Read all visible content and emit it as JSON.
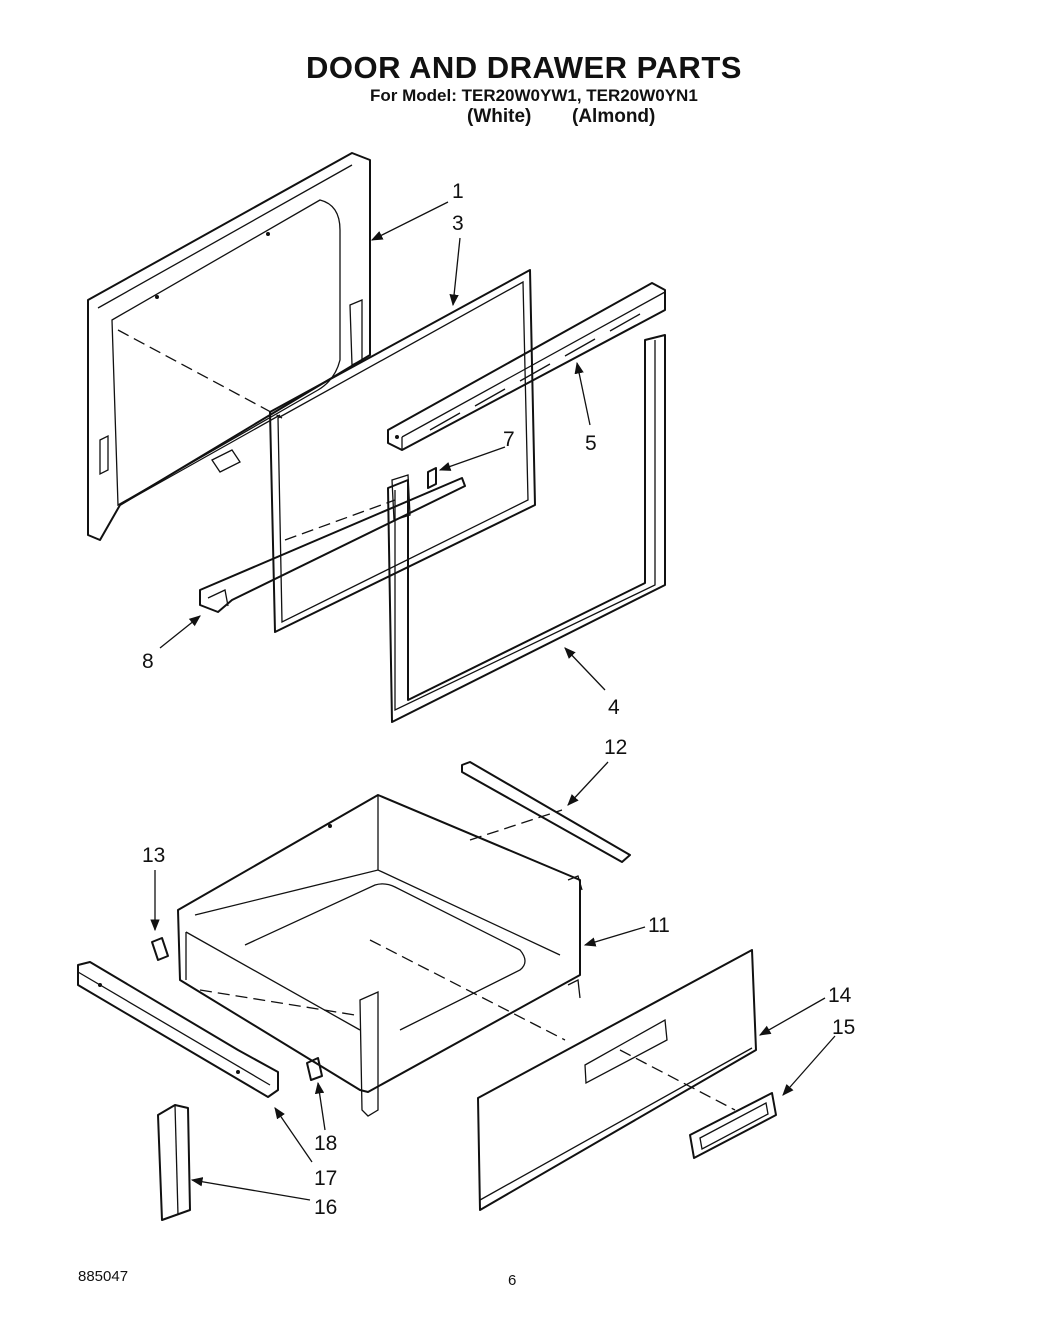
{
  "header": {
    "title": "DOOR AND DRAWER PARTS",
    "model_line": "For Model: TER20W0YW1, TER20W0YN1",
    "variant_white": "(White)",
    "variant_almond": "(Almond)"
  },
  "footer": {
    "code": "885047",
    "page": "6"
  },
  "callouts": [
    {
      "id": "1",
      "label": "1"
    },
    {
      "id": "3",
      "label": "3"
    },
    {
      "id": "5",
      "label": "5"
    },
    {
      "id": "7",
      "label": "7"
    },
    {
      "id": "8",
      "label": "8"
    },
    {
      "id": "4",
      "label": "4"
    },
    {
      "id": "12",
      "label": "12"
    },
    {
      "id": "13",
      "label": "13"
    },
    {
      "id": "11",
      "label": "11"
    },
    {
      "id": "14",
      "label": "14"
    },
    {
      "id": "15",
      "label": "15"
    },
    {
      "id": "18",
      "label": "18"
    },
    {
      "id": "17",
      "label": "17"
    },
    {
      "id": "16",
      "label": "16"
    }
  ]
}
